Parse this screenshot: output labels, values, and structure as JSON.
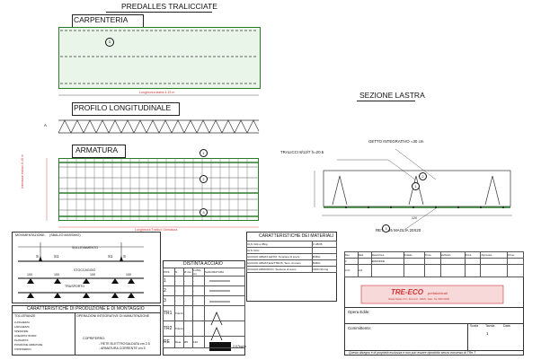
{
  "drawing": {
    "main_title": "PREDALLES TRALICCIATE",
    "carpenteria_title": "CARPENTERIA",
    "carpenteria_marker": "1",
    "carpenteria_dim": "Lunghezza lastra 4.15 m",
    "profilo_title": "PROFILO LONGITUDINALE",
    "profilo_marker": "A",
    "armatura_title": "ARMATURA",
    "armatura_markers": [
      "1",
      "2",
      "3"
    ],
    "armatura_side_dim": "Interasse tralicci 0.40 m",
    "armatura_dim": "Lunghezza Tralicci / Armatura",
    "sezione_title": "SEZIONE LASTRA",
    "sezione_getto": "GETTO INTEGRATIVO =30 cm",
    "sezione_tralicci": "TRALICCI 8/12/7 h=20.5",
    "sezione_rete": "RETE Ø5 MAGLIA 20X20",
    "sezione_markers": [
      "1",
      "2",
      "3"
    ],
    "sezione_dim": "120"
  },
  "movimentazione": {
    "header": "MOVIMENTAZIONE:",
    "header2": "(SBALZO MASSIMO)",
    "sollevamento": "SOLLEVAMENTO",
    "stoccaggio": "STOCCAGGIO",
    "trasporto": "TRASPORTO",
    "labels_s": [
      "S",
      "S1",
      "S1",
      "S"
    ],
    "dims": [
      "100",
      "100",
      "100",
      "100"
    ]
  },
  "produzione": {
    "title": "CARATTERISTICHE DI PRODUZIONE E DI MONTAGGIO",
    "tolleranze": "TOLLERANZE",
    "operazioni": "OPERAZIONI INTEGRATIVE DI MANUTENZIONE",
    "rows": [
      "LUNGHEZZA",
      "LARGHEZZA",
      "SPESSORE",
      "LINEARITA' BORDI",
      "PLANARITA'",
      "POSIZIONE ARMATURE",
      "COPRIFERRO"
    ],
    "copriferro": "COPRIFERRO:",
    "copri_lines": [
      "- RETE ELETTROSALDATA cm 2.5",
      "- ARMATURA CORRENTE cm 5"
    ]
  },
  "distinta": {
    "title": "DISTINTA ACCIAIO",
    "headers": [
      "POS.",
      "N.",
      "Ø mm",
      "LUNG. cm",
      "SAGOMATURA"
    ],
    "rows": [
      {
        "pos": "1",
        "n": "-",
        "d": "-",
        "l": "-"
      },
      {
        "pos": "2",
        "n": "-",
        "d": "-",
        "l": "-"
      },
      {
        "pos": "3",
        "n": "-",
        "d": "-",
        "l": "-"
      },
      {
        "pos": "TR1",
        "n": "Traliccio",
        "d": "",
        "l": ""
      },
      {
        "pos": "TR2",
        "n": "Traliccio",
        "d": "",
        "l": ""
      },
      {
        "pos": "RE",
        "n": "Rete",
        "d": "Ø5",
        "l": "120"
      }
    ],
    "weight": "2.07kg/m"
  },
  "materiali": {
    "title": "CARATTERISTICHE DEI MATERIALI",
    "rows": [
      {
        "label": "CLS: Rck ≥ 35kg",
        "value": "C 28/35"
      },
      {
        "label": "CLS: Rctc",
        "value": ""
      },
      {
        "label": "ACCIAIO ARMAT.LENTA: Tensione di snerv.",
        "value": "B450c"
      },
      {
        "label": "ACCIAIO ARMAT.ELETTROS. Tens. di snerv.",
        "value": "B450c"
      },
      {
        "label": "ACCIAIO ARMONICO: Tensione di snerv.",
        "value": "1500 N/mmq"
      }
    ]
  },
  "cartiglio": {
    "top_headers": [
      "Rev.",
      "Data",
      "Descrizione",
      "Redatto",
      "Firma",
      "Verificato",
      "Firma",
      "Approvato",
      "Firma"
    ],
    "rev_row": [
      "0",
      "",
      "EMISSIONE"
    ],
    "code": "LCO",
    "code2": "LA1",
    "company": "TRE-ECO",
    "company_sub": "prefabbricati",
    "company_address": "Strada Statale n°13 - Zona Ind. - 84020 - Italia - Tel. 0000 00000",
    "opera": "Opera Edile:",
    "committente": "Committente:",
    "tavola": "Tavola",
    "tavola_val": "1",
    "footer": "Questo disegno è di proprietà esclusiva e non può essere riprodotto senza consenso di TRe-T",
    "scala": "Scala",
    "data": "Data"
  }
}
